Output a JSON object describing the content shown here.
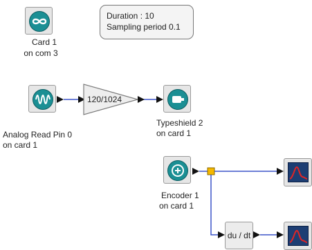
{
  "annotation": {
    "line1": "Duration : 10",
    "line2": "Sampling period 0.1"
  },
  "card": {
    "line1": "Card 1",
    "line2": "on com 3",
    "icon": "infinity-icon"
  },
  "analog_read": {
    "line1": "Analog Read Pin 0",
    "line2": "on card 1",
    "icon": "sine-wave-icon"
  },
  "gain": {
    "label": "120/1024"
  },
  "typeshield": {
    "line1": "Typeshield 2",
    "line2": "on card 1",
    "icon": "motor-icon"
  },
  "encoder": {
    "line1": "Encoder 1",
    "line2": "on card 1",
    "icon": "encoder-icon"
  },
  "derivative": {
    "label": "du / dt"
  },
  "scope_1": {
    "icon": "scope-icon"
  },
  "scope_2": {
    "icon": "scope-icon"
  },
  "colors": {
    "teal": "#1b8f94",
    "wire": "#3b53c8",
    "split": "#f5b800",
    "scope": "#1d3e73",
    "trace": "#e02525"
  }
}
